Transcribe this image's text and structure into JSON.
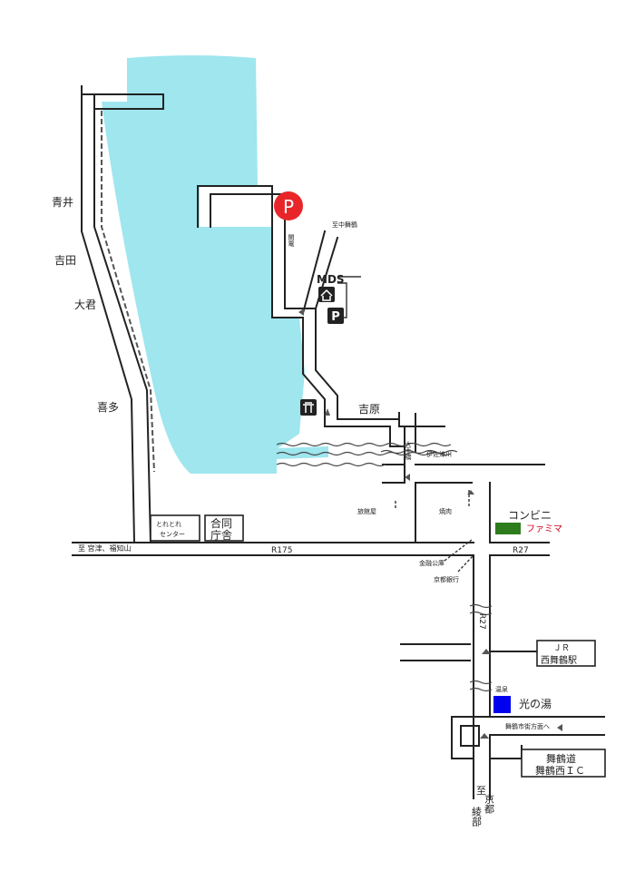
{
  "places": {
    "aoi": "青井",
    "yoshida": "吉田",
    "ogimi": "大君",
    "kita": "喜多",
    "yoshiwara": "吉原",
    "chuseki_dir": "至中舞鶴",
    "mds": "MDS",
    "totoreta_1": "とれとれ",
    "totoreta_2": "センター",
    "godo_1": "合同",
    "godo_2": "庁舎",
    "miyazu_dir": "至 宮津、福知山",
    "route175": "R175",
    "route27": "R27",
    "route27_v": "R27",
    "konbini": "コンビニ",
    "familymart": "ファミマ",
    "ohashi_bridge": "大手橋",
    "river": "伊佐津川",
    "shop_left": "旅館屋",
    "shop_sanwa": "焼肉",
    "kinroukaikan": "金融公庫",
    "kyoto_bank": "京都銀行",
    "jr_1": "ＪＲ",
    "jr_2": "西舞鶴駅",
    "onsen_small": "温泉",
    "onsen_name": "光の湯",
    "city_office": "舞鶴市街方面へ",
    "expressway_1": "舞鶴道",
    "expressway_2": "舞鶴西ＩＣ",
    "ayabe_dir_1": "至",
    "ayabe_dir_2": "綾部",
    "ayabe_dir_3": "京都",
    "parking_p": "P",
    "small_p": "P",
    "vertical_bldg": "関電"
  },
  "colors": {
    "water": "#9fe6ee",
    "parking_red": "#e8262a",
    "familymart_green": "#2e7d1d",
    "onsen_blue": "#0000ee",
    "familymart_text": "#d0021b"
  }
}
